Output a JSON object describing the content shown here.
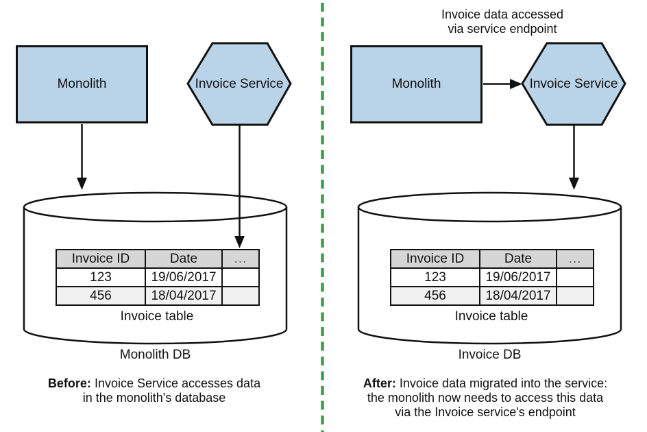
{
  "colors": {
    "shape_fill": "#b9d3e8",
    "shape_stroke": "#111111",
    "divider_green": "#3f9b51",
    "table_header_bg": "#d6d6d6",
    "table_alt_row_bg": "#f1f1f1"
  },
  "before": {
    "monolith_label": "Monolith",
    "service_label": "Invoice Service",
    "table": {
      "headers": [
        "Invoice ID",
        "Date",
        "..."
      ],
      "rows": [
        [
          "123",
          "19/06/2017",
          ""
        ],
        [
          "456",
          "18/04/2017",
          ""
        ]
      ]
    },
    "table_label": "Invoice table",
    "db_label": "Monolith DB",
    "caption": {
      "lead": "Before:",
      "line1": "Invoice Service accesses data",
      "line2": "in the monolith's database"
    }
  },
  "after": {
    "annotation": {
      "line1": "Invoice data accessed",
      "line2": "via service endpoint"
    },
    "monolith_label": "Monolith",
    "service_label": "Invoice Service",
    "table": {
      "headers": [
        "Invoice ID",
        "Date",
        "..."
      ],
      "rows": [
        [
          "123",
          "19/06/2017",
          ""
        ],
        [
          "456",
          "18/04/2017",
          ""
        ]
      ]
    },
    "table_label": "Invoice table",
    "db_label": "Invoice DB",
    "caption": {
      "lead": "After:",
      "line1": "Invoice data migrated into the service:",
      "line2": "the monolith now needs to access this data",
      "line3": "via the Invoice service's endpoint"
    }
  }
}
